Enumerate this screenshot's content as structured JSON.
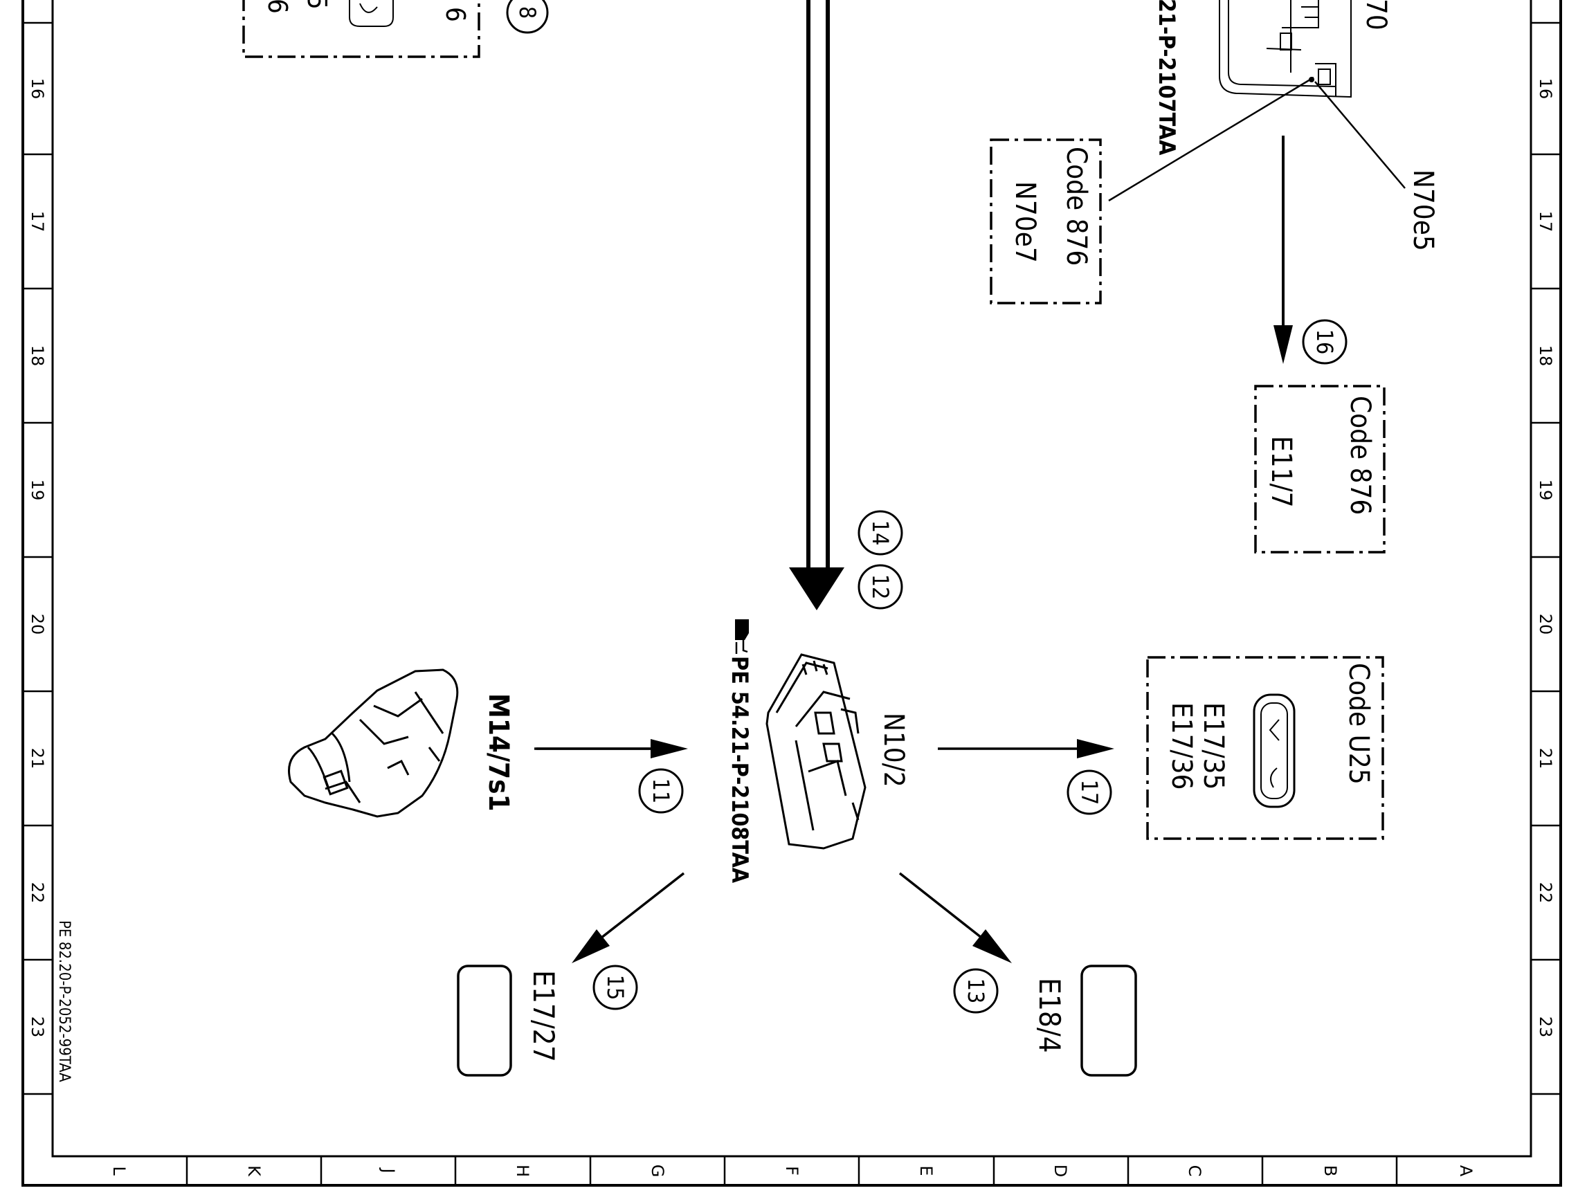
{
  "rows": [
    "16",
    "17",
    "18",
    "19",
    "20",
    "21",
    "22",
    "23"
  ],
  "columns": [
    "L",
    "K",
    "J",
    "H",
    "G",
    "F",
    "E",
    "D",
    "C",
    "B",
    "A"
  ],
  "footer_ref": "PE 82.20-P-2052-99TAA",
  "top_fragments": {
    "six": "6",
    "five": "5",
    "six_b": "6",
    "ref_partial": "21-P-2107TAA",
    "n70_partial": "70"
  },
  "callouts": {
    "c8": "8",
    "c11": "11",
    "c12": "12",
    "c13": "13",
    "c14": "14",
    "c15": "15",
    "c16": "16",
    "c17": "17"
  },
  "components": {
    "n70e7_code": "Code 876",
    "n70e7": "N70e7",
    "n70e5": "N70e5",
    "e11_7_code": "Code 876",
    "e11_7": "E11/7",
    "u25_code": "Code U25",
    "e17_35": "E17/35",
    "e17_36": "E17/36",
    "m14_7s1": "M14/7s1",
    "n10_2": "N10/2",
    "n10_2_ref": "PE 54.21-P-2108TAA",
    "e17_27": "E17/27",
    "e18_4": "E18/4"
  }
}
